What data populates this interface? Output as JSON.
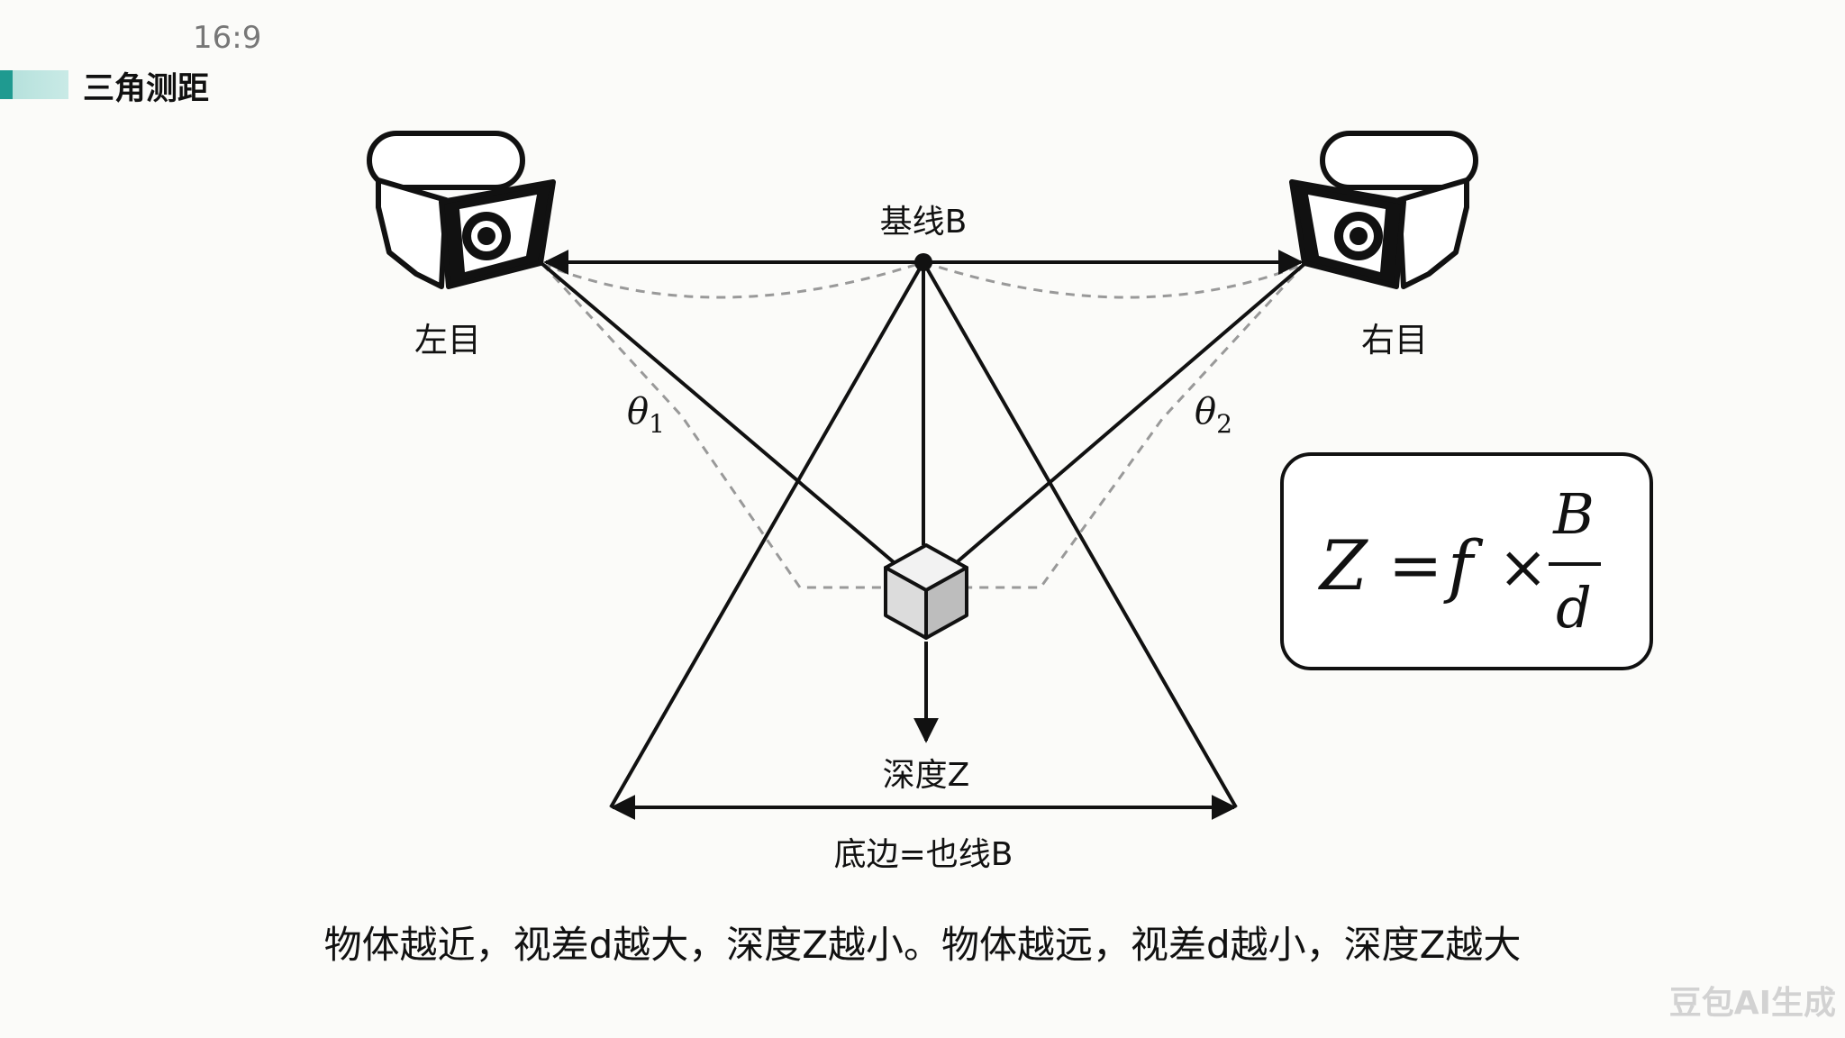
{
  "header": {
    "aspect_ratio": "16:9",
    "title": "三角测距"
  },
  "diagram": {
    "baseline_label": "基线B",
    "left_camera_label": "左目",
    "right_camera_label": "右目",
    "theta1_symbol": "θ",
    "theta1_sub": "1",
    "theta2_symbol": "θ",
    "theta2_sub": "2",
    "depth_label": "深度Z",
    "base_edge_label": "底边=也线B"
  },
  "formula": {
    "lhs": "Z",
    "eq": "=",
    "f": "f",
    "times": "×",
    "numerator": "B",
    "denominator": "d"
  },
  "caption": "物体越近，视差d越大，深度Z越小。物体越远，视差d越小，深度Z越大",
  "watermark": "豆包AI生成",
  "colors": {
    "accent": "#1f9a90",
    "accent_light": "#c9eae6",
    "line": "#111111",
    "dashed": "#999999"
  },
  "icons": [
    "camera-icon",
    "cube-icon"
  ]
}
